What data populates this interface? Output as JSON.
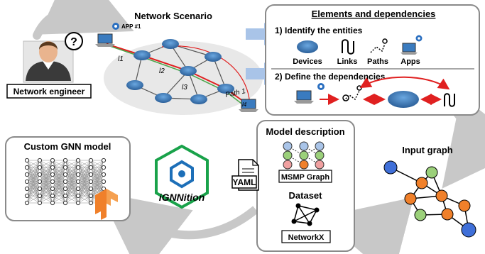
{
  "top_left": {
    "role_label": "Network engineer",
    "question_mark": "?"
  },
  "network_scenario": {
    "title": "Network Scenario",
    "app_label": "APP #1",
    "link_labels": [
      "l1",
      "l2",
      "l3",
      "l4"
    ],
    "path_label": "Path 1"
  },
  "elements_panel": {
    "title": "Elements and dependencies",
    "step1": "1) Identify the entities",
    "entities": [
      "Devices",
      "Links",
      "Paths",
      "Apps"
    ],
    "step2": "2) Define the dependencies"
  },
  "input_graph": {
    "title": "Input graph"
  },
  "model_panel": {
    "title": "Model description",
    "graph_label": "MSMP Graph",
    "dataset_title": "Dataset",
    "dataset_label": "NetworkX",
    "file_label": "YAML"
  },
  "logo": {
    "text": "iGNNition"
  },
  "gnn_panel": {
    "title": "Custom GNN model"
  },
  "colors": {
    "panel_border": "#8a8a8a",
    "flow_arrow": "#c8c8c8",
    "blue_arrow": "#a9c4e8",
    "node_blue": "#3f6fd8",
    "node_orange": "#f0802a",
    "node_green": "#9bd07a",
    "router_blue": "#3a7bbf",
    "dependency_red": "#e02020",
    "logo_green": "#19a24a",
    "logo_blue": "#1d6fb8"
  }
}
